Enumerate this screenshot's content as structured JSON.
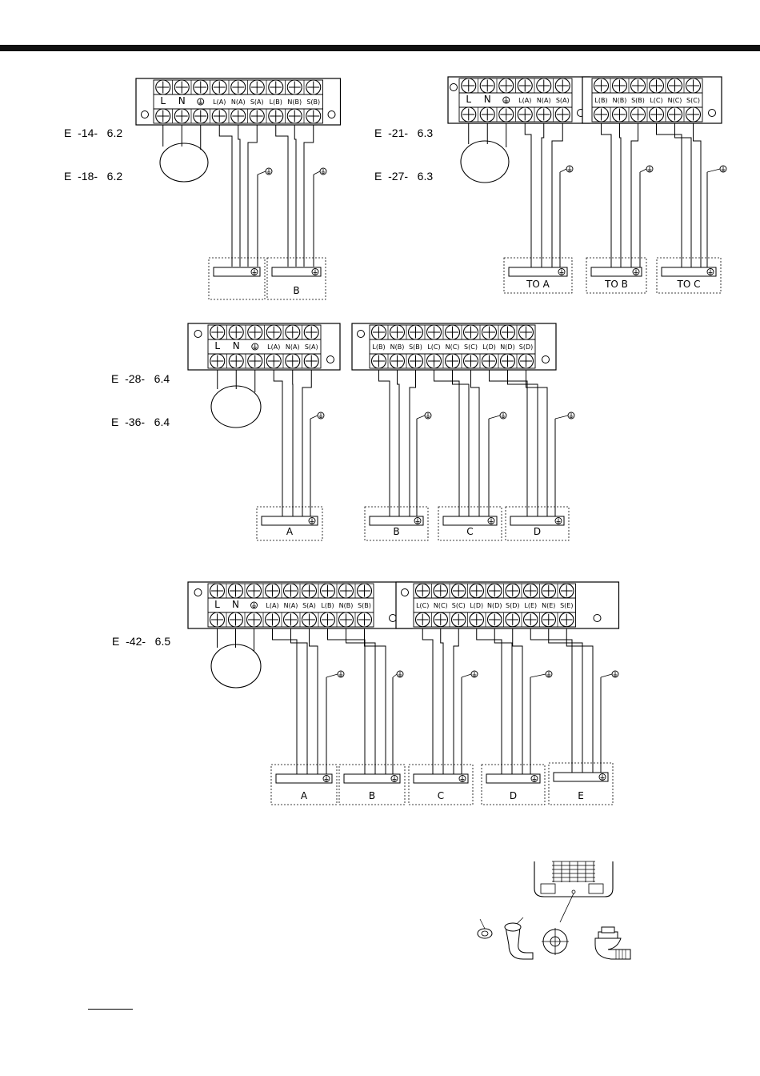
{
  "models": {
    "m1": [
      "E  -14-   6.2",
      "E  -18-   6.2"
    ],
    "m2": [
      "E  -21-   6.3",
      "E  -27-   6.3"
    ],
    "m3": [
      "E  -28-   6.4",
      "E  -36-   6.4"
    ],
    "m4": [
      "E  -42-   6.5"
    ]
  },
  "terminal_labels": {
    "d1": [
      "L",
      "N",
      "⏚",
      "L(A)",
      "N(A)",
      "S(A)",
      "L(B)",
      "N(B)",
      "S(B)"
    ],
    "d2a": [
      "L",
      "N",
      "⏚",
      "L(A)",
      "N(A)",
      "S(A)"
    ],
    "d2b": [
      "L(B)",
      "N(B)",
      "S(B)",
      "L(C)",
      "N(C)",
      "S(C)"
    ],
    "d3a": [
      "L",
      "N",
      "⏚",
      "L(A)",
      "N(A)",
      "S(A)"
    ],
    "d3b": [
      "L(B)",
      "N(B)",
      "S(B)",
      "L(C)",
      "N(C)",
      "S(C)",
      "L(D)",
      "N(D)",
      "S(D)"
    ],
    "d4a": [
      "L",
      "N",
      "⏚",
      "L(A)",
      "N(A)",
      "S(A)",
      "L(B)",
      "N(B)",
      "S(B)"
    ],
    "d4b": [
      "L(C)",
      "N(C)",
      "S(C)",
      "L(D)",
      "N(D)",
      "S(D)",
      "L(E)",
      "N(E)",
      "S(E)"
    ]
  },
  "units": {
    "d1": [
      "",
      "B"
    ],
    "d2": [
      "TO    A",
      "TO    B",
      "TO    C"
    ],
    "d3": [
      "A",
      "B",
      "C",
      "D"
    ],
    "d4": [
      "A",
      "B",
      "C",
      "D",
      "E"
    ]
  },
  "ground_symbol": "⏚",
  "icons": [
    "terminal-screw-icon",
    "ground-symbol-icon",
    "power-supply-icon",
    "drain-joint-icon"
  ],
  "colors": {
    "line": "#000000",
    "background": "#ffffff",
    "topbar": "#111111"
  }
}
